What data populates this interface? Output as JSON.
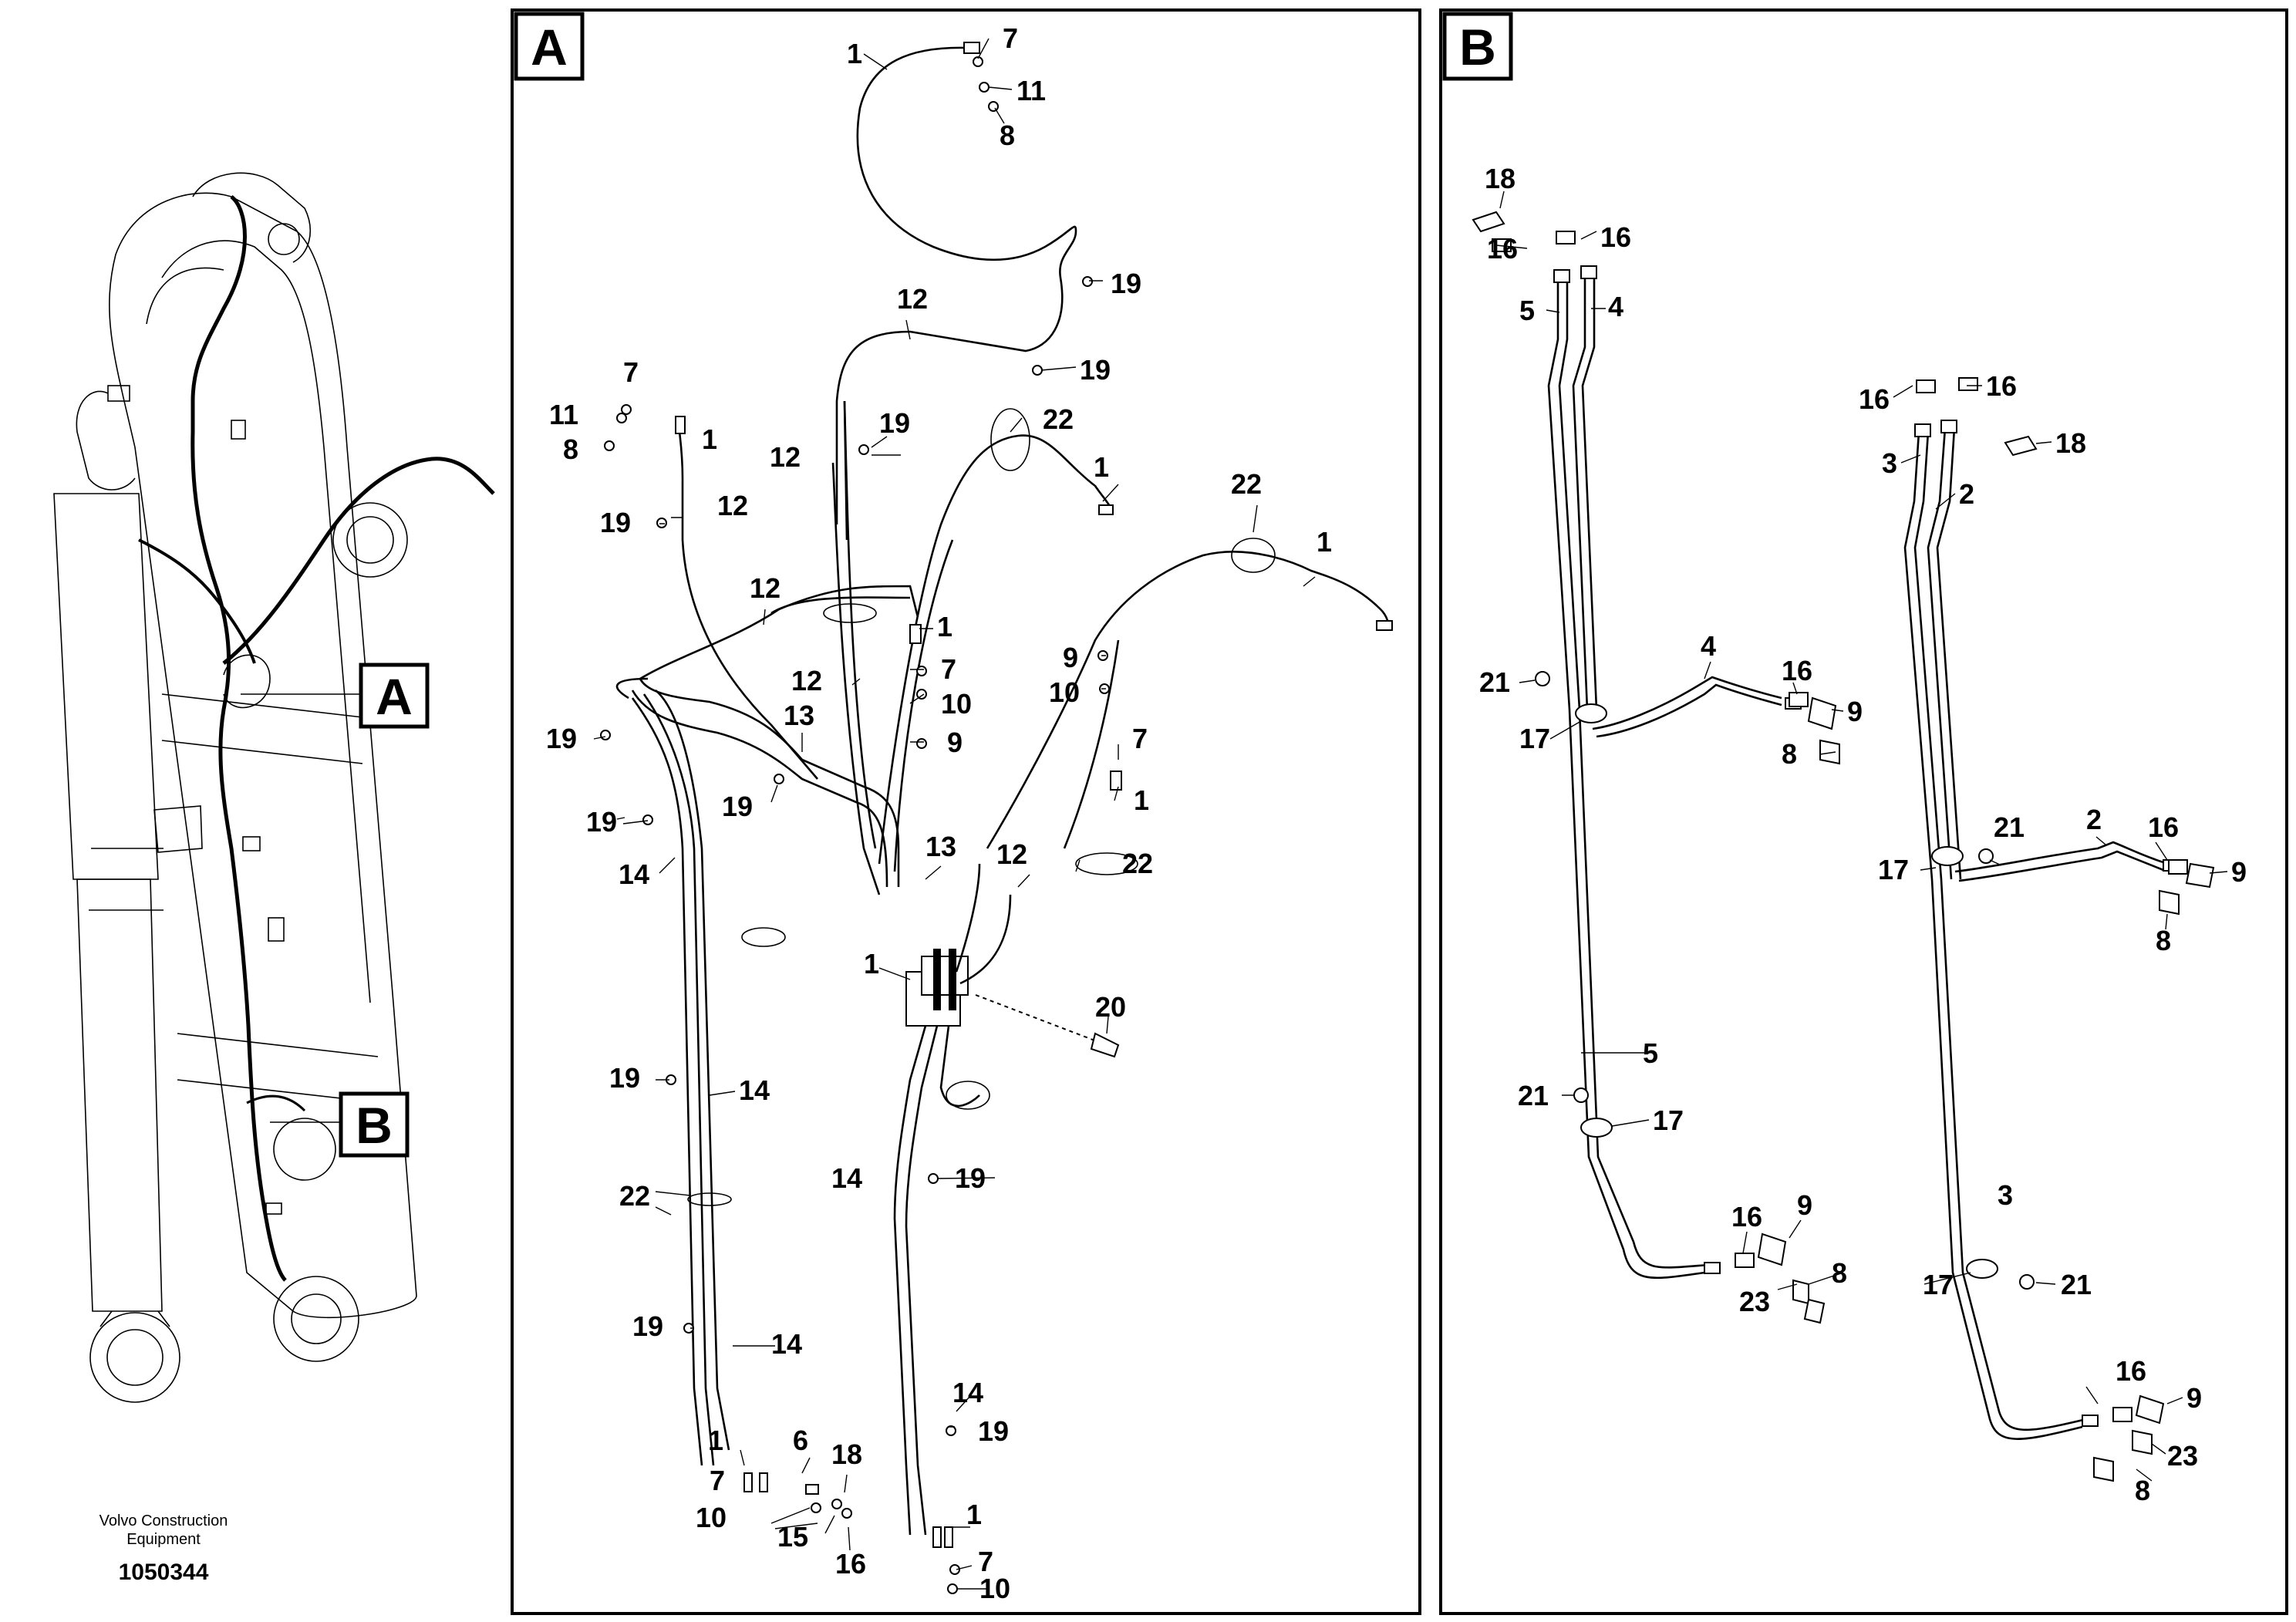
{
  "footer": {
    "company_line1": "Volvo Construction",
    "company_line2": "Equipment",
    "drawing_number": "1050344"
  },
  "overview": {
    "callout_a": "A",
    "callout_b": "B"
  },
  "panel_a": {
    "tag": "A",
    "labels": [
      {
        "id": "a1",
        "text": "1"
      },
      {
        "id": "a2",
        "text": "7"
      },
      {
        "id": "a3",
        "text": "11"
      },
      {
        "id": "a4",
        "text": "8"
      },
      {
        "id": "a5",
        "text": "19"
      },
      {
        "id": "a6",
        "text": "12"
      },
      {
        "id": "a7",
        "text": "19"
      },
      {
        "id": "a8",
        "text": "7"
      },
      {
        "id": "a9",
        "text": "11"
      },
      {
        "id": "a10",
        "text": "1"
      },
      {
        "id": "a11",
        "text": "8"
      },
      {
        "id": "a12",
        "text": "22"
      },
      {
        "id": "a13",
        "text": "19"
      },
      {
        "id": "a14",
        "text": "12"
      },
      {
        "id": "a15",
        "text": "1"
      },
      {
        "id": "a16",
        "text": "19"
      },
      {
        "id": "a17",
        "text": "12"
      },
      {
        "id": "a18",
        "text": "22"
      },
      {
        "id": "a19",
        "text": "1"
      },
      {
        "id": "a20",
        "text": "12"
      },
      {
        "id": "a21",
        "text": "1"
      },
      {
        "id": "a22",
        "text": "9"
      },
      {
        "id": "a23",
        "text": "12"
      },
      {
        "id": "a24",
        "text": "7"
      },
      {
        "id": "a25",
        "text": "10"
      },
      {
        "id": "a26",
        "text": "10"
      },
      {
        "id": "a27",
        "text": "19"
      },
      {
        "id": "a28",
        "text": "13"
      },
      {
        "id": "a29",
        "text": "9"
      },
      {
        "id": "a30",
        "text": "7"
      },
      {
        "id": "a31",
        "text": "19"
      },
      {
        "id": "a32",
        "text": "1"
      },
      {
        "id": "a33",
        "text": "19"
      },
      {
        "id": "a34",
        "text": "13"
      },
      {
        "id": "a35",
        "text": "14"
      },
      {
        "id": "a36",
        "text": "12"
      },
      {
        "id": "a37",
        "text": "22"
      },
      {
        "id": "a38",
        "text": "1"
      },
      {
        "id": "a39",
        "text": "20"
      },
      {
        "id": "a40",
        "text": "19"
      },
      {
        "id": "a41",
        "text": "14"
      },
      {
        "id": "a42",
        "text": "22"
      },
      {
        "id": "a43",
        "text": "14"
      },
      {
        "id": "a44",
        "text": "19"
      },
      {
        "id": "a45",
        "text": "19"
      },
      {
        "id": "a46",
        "text": "14"
      },
      {
        "id": "a47",
        "text": "14"
      },
      {
        "id": "a48",
        "text": "19"
      },
      {
        "id": "a49",
        "text": "1"
      },
      {
        "id": "a50",
        "text": "6"
      },
      {
        "id": "a51",
        "text": "18"
      },
      {
        "id": "a52",
        "text": "7"
      },
      {
        "id": "a53",
        "text": "10"
      },
      {
        "id": "a54",
        "text": "15"
      },
      {
        "id": "a55",
        "text": "16"
      },
      {
        "id": "a56",
        "text": "1"
      },
      {
        "id": "a57",
        "text": "7"
      },
      {
        "id": "a58",
        "text": "10"
      }
    ]
  },
  "panel_b": {
    "tag": "B",
    "labels": [
      {
        "id": "b1",
        "text": "18"
      },
      {
        "id": "b2",
        "text": "16"
      },
      {
        "id": "b3",
        "text": "16"
      },
      {
        "id": "b4",
        "text": "5"
      },
      {
        "id": "b5",
        "text": "4"
      },
      {
        "id": "b6",
        "text": "16"
      },
      {
        "id": "b7",
        "text": "16"
      },
      {
        "id": "b8",
        "text": "3"
      },
      {
        "id": "b9",
        "text": "2"
      },
      {
        "id": "b10",
        "text": "18"
      },
      {
        "id": "b11",
        "text": "21"
      },
      {
        "id": "b12",
        "text": "4"
      },
      {
        "id": "b13",
        "text": "16"
      },
      {
        "id": "b14",
        "text": "9"
      },
      {
        "id": "b15",
        "text": "17"
      },
      {
        "id": "b16",
        "text": "8"
      },
      {
        "id": "b17",
        "text": "21"
      },
      {
        "id": "b18",
        "text": "2"
      },
      {
        "id": "b19",
        "text": "16"
      },
      {
        "id": "b20",
        "text": "17"
      },
      {
        "id": "b21",
        "text": "9"
      },
      {
        "id": "b22",
        "text": "8"
      },
      {
        "id": "b23",
        "text": "5"
      },
      {
        "id": "b24",
        "text": "21"
      },
      {
        "id": "b25",
        "text": "17"
      },
      {
        "id": "b26",
        "text": "3"
      },
      {
        "id": "b27",
        "text": "16"
      },
      {
        "id": "b28",
        "text": "9"
      },
      {
        "id": "b29",
        "text": "8"
      },
      {
        "id": "b30",
        "text": "23"
      },
      {
        "id": "b31",
        "text": "17"
      },
      {
        "id": "b32",
        "text": "21"
      },
      {
        "id": "b33",
        "text": "16"
      },
      {
        "id": "b34",
        "text": "9"
      },
      {
        "id": "b35",
        "text": "23"
      },
      {
        "id": "b36",
        "text": "8"
      }
    ]
  }
}
